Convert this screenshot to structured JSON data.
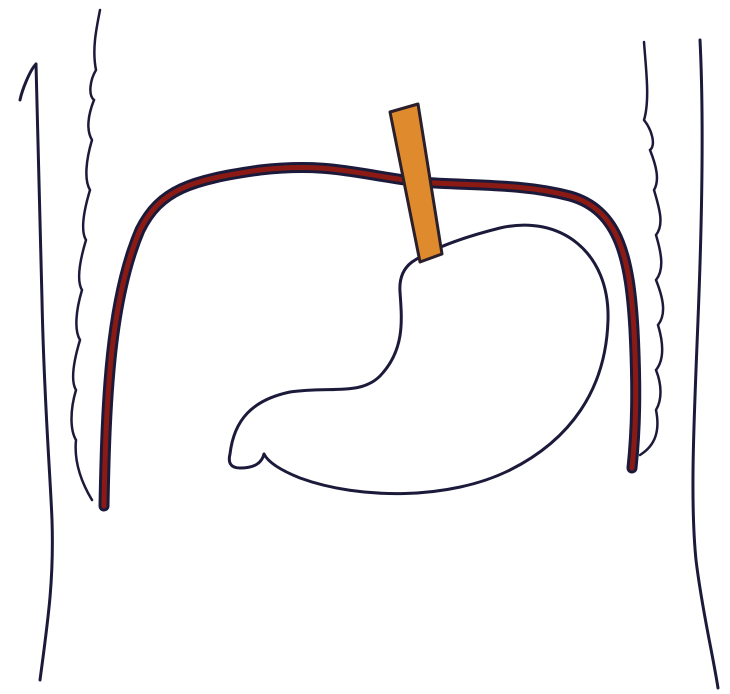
{
  "colors": {
    "background": "#ffffff",
    "outline": "#1c1a3a",
    "diaphragm_fill": "#8b1a14",
    "esophagus_fill": "#e08a2e",
    "esophagus_outline": "#2a1f2a",
    "stomach_fill": "#ffffff"
  },
  "icons": {
    "torso_left": "body-wall-left-line",
    "torso_right": "body-wall-right-line",
    "ribs_left": "rib-margin-left-line",
    "ribs_right": "rib-margin-right-line",
    "diaphragm": "diaphragm-band",
    "esophagus": "esophagus-tube",
    "stomach": "stomach-outline"
  }
}
